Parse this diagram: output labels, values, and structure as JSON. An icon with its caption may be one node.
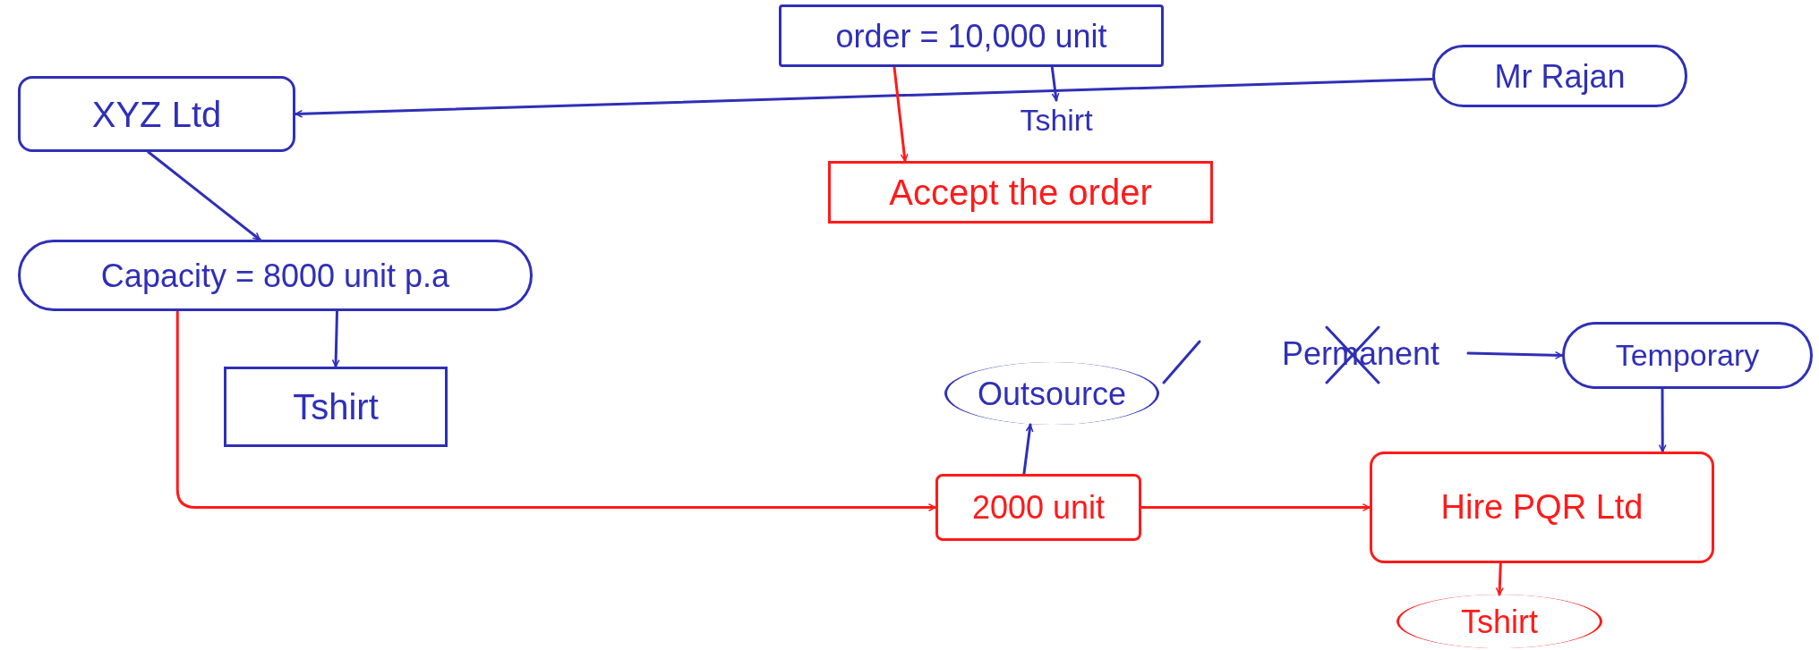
{
  "diagram": {
    "nodes": [
      {
        "text": [
          "XYZ Ltd"
        ]
      },
      {
        "text": [
          "order = 10,000 unit"
        ]
      },
      {
        "text": [
          "Tshirt"
        ]
      },
      {
        "text": [
          "Accept the order"
        ]
      },
      {
        "text": [
          "Mr Rajan"
        ]
      },
      {
        "text": [
          "Capacity = 8000 unit p.a"
        ]
      },
      {
        "text": [
          "Tshirt"
        ]
      },
      {
        "text": [
          "Outsource"
        ]
      },
      {
        "text": [
          "Permanent"
        ]
      },
      {
        "text": [
          "Temporary"
        ]
      },
      {
        "text": [
          "2000 unit"
        ]
      },
      {
        "text": [
          "Hire PQR Ltd"
        ]
      },
      {
        "text": [
          "Tshirt"
        ]
      }
    ],
    "edges": [
      {
        "from": 4,
        "to": 0,
        "arrow": "to"
      },
      {
        "from": 1,
        "to": 2,
        "arrow": "to"
      },
      {
        "from": 1,
        "to": 3,
        "arrow": "to",
        "color": "#ff1a1a"
      },
      {
        "from": 0,
        "to": 5,
        "arrow": "to"
      },
      {
        "from": 5,
        "to": 6,
        "arrow": "to"
      },
      {
        "from": 5,
        "to": 10,
        "arrow": "to",
        "color": "#ff1a1a"
      },
      {
        "from": 10,
        "to": 7,
        "arrow": "to"
      },
      {
        "from": 10,
        "to": 11,
        "arrow": "to",
        "color": "#ff1a1a"
      },
      {
        "from": 8,
        "to": 9,
        "arrow": "to"
      },
      {
        "from": 9,
        "to": 11,
        "arrow": "to"
      },
      {
        "from": 11,
        "to": 12,
        "arrow": "to",
        "color": "#ff1a1a"
      }
    ]
  }
}
